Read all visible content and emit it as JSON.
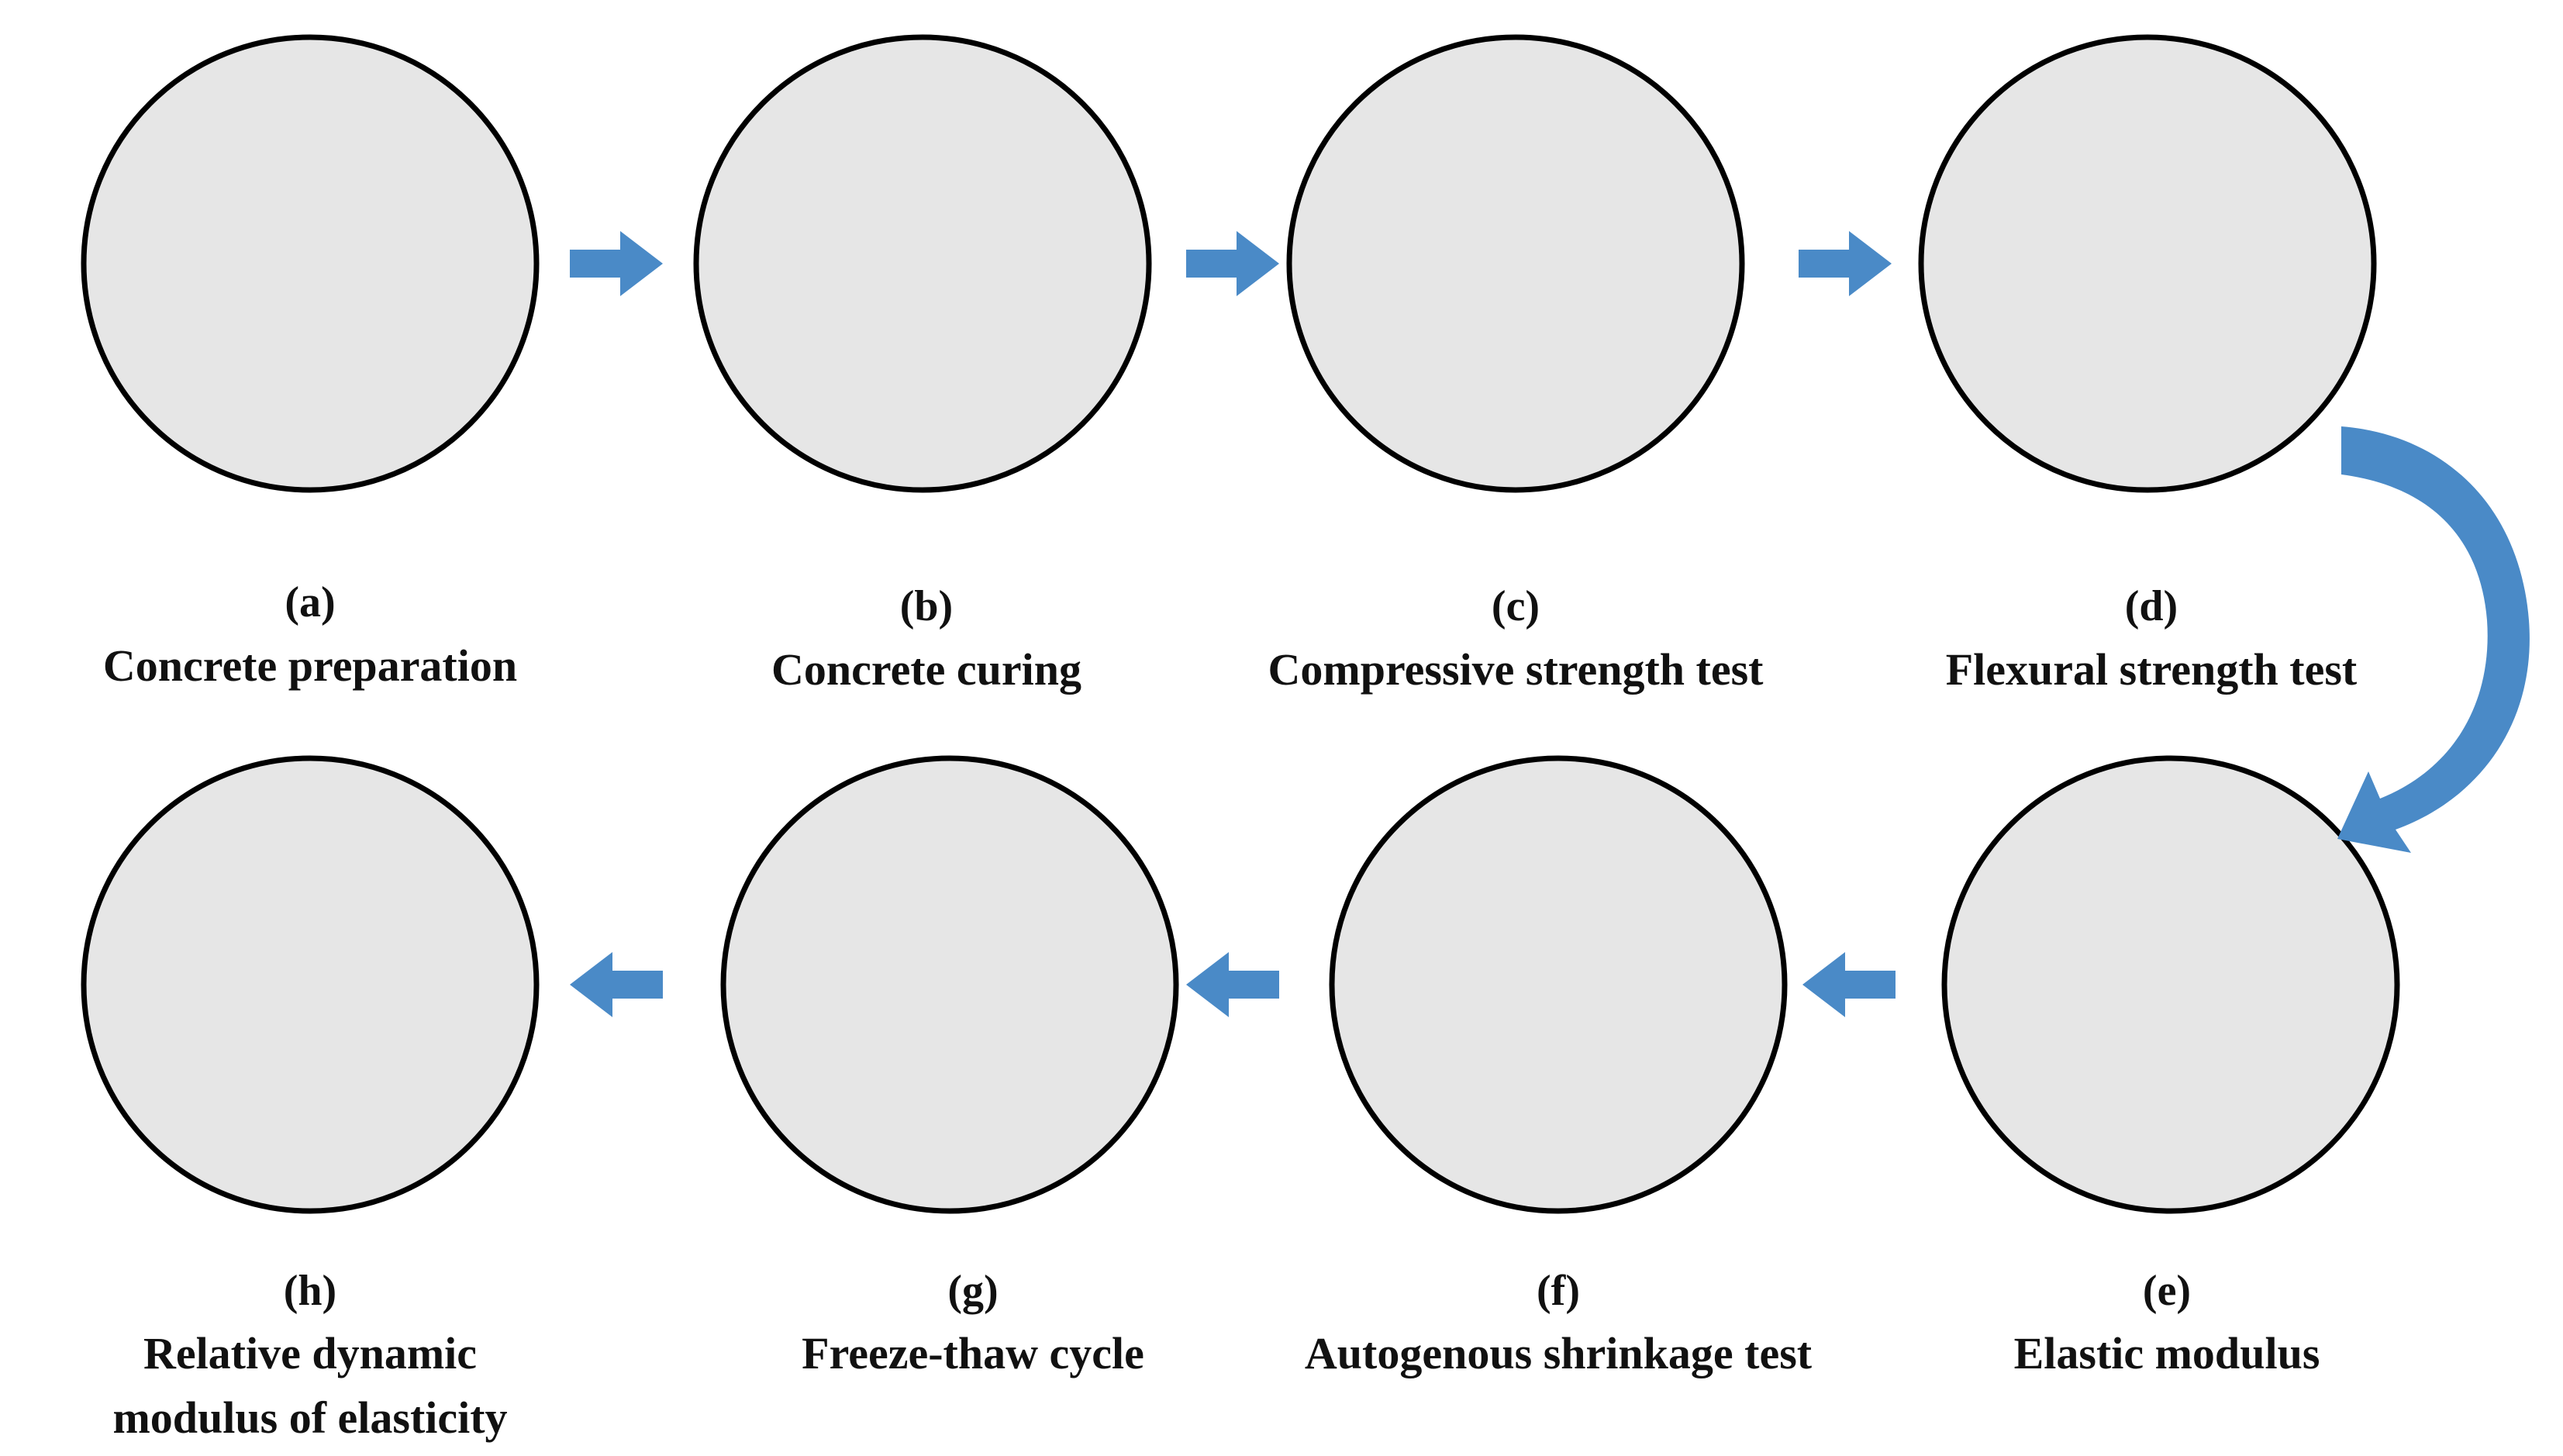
{
  "steps": [
    {
      "letter": "(a)",
      "title": [
        "Concrete preparation"
      ]
    },
    {
      "letter": "(b)",
      "title": [
        "Concrete curing"
      ]
    },
    {
      "letter": "(c)",
      "title": [
        "Compressive strength test"
      ]
    },
    {
      "letter": "(d)",
      "title": [
        "Flexural strength test"
      ]
    },
    {
      "letter": "(e)",
      "title": [
        "Elastic modulus"
      ]
    },
    {
      "letter": "(f)",
      "title": [
        "Autogenous shrinkage test"
      ]
    },
    {
      "letter": "(g)",
      "title": [
        "Freeze-thaw cycle"
      ]
    },
    {
      "letter": "(h)",
      "title": [
        "Relative dynamic",
        "modulus of elasticity"
      ]
    }
  ],
  "colors": {
    "arrow": "#4a8ac7",
    "circle_border": "#000000",
    "text": "#111111"
  }
}
